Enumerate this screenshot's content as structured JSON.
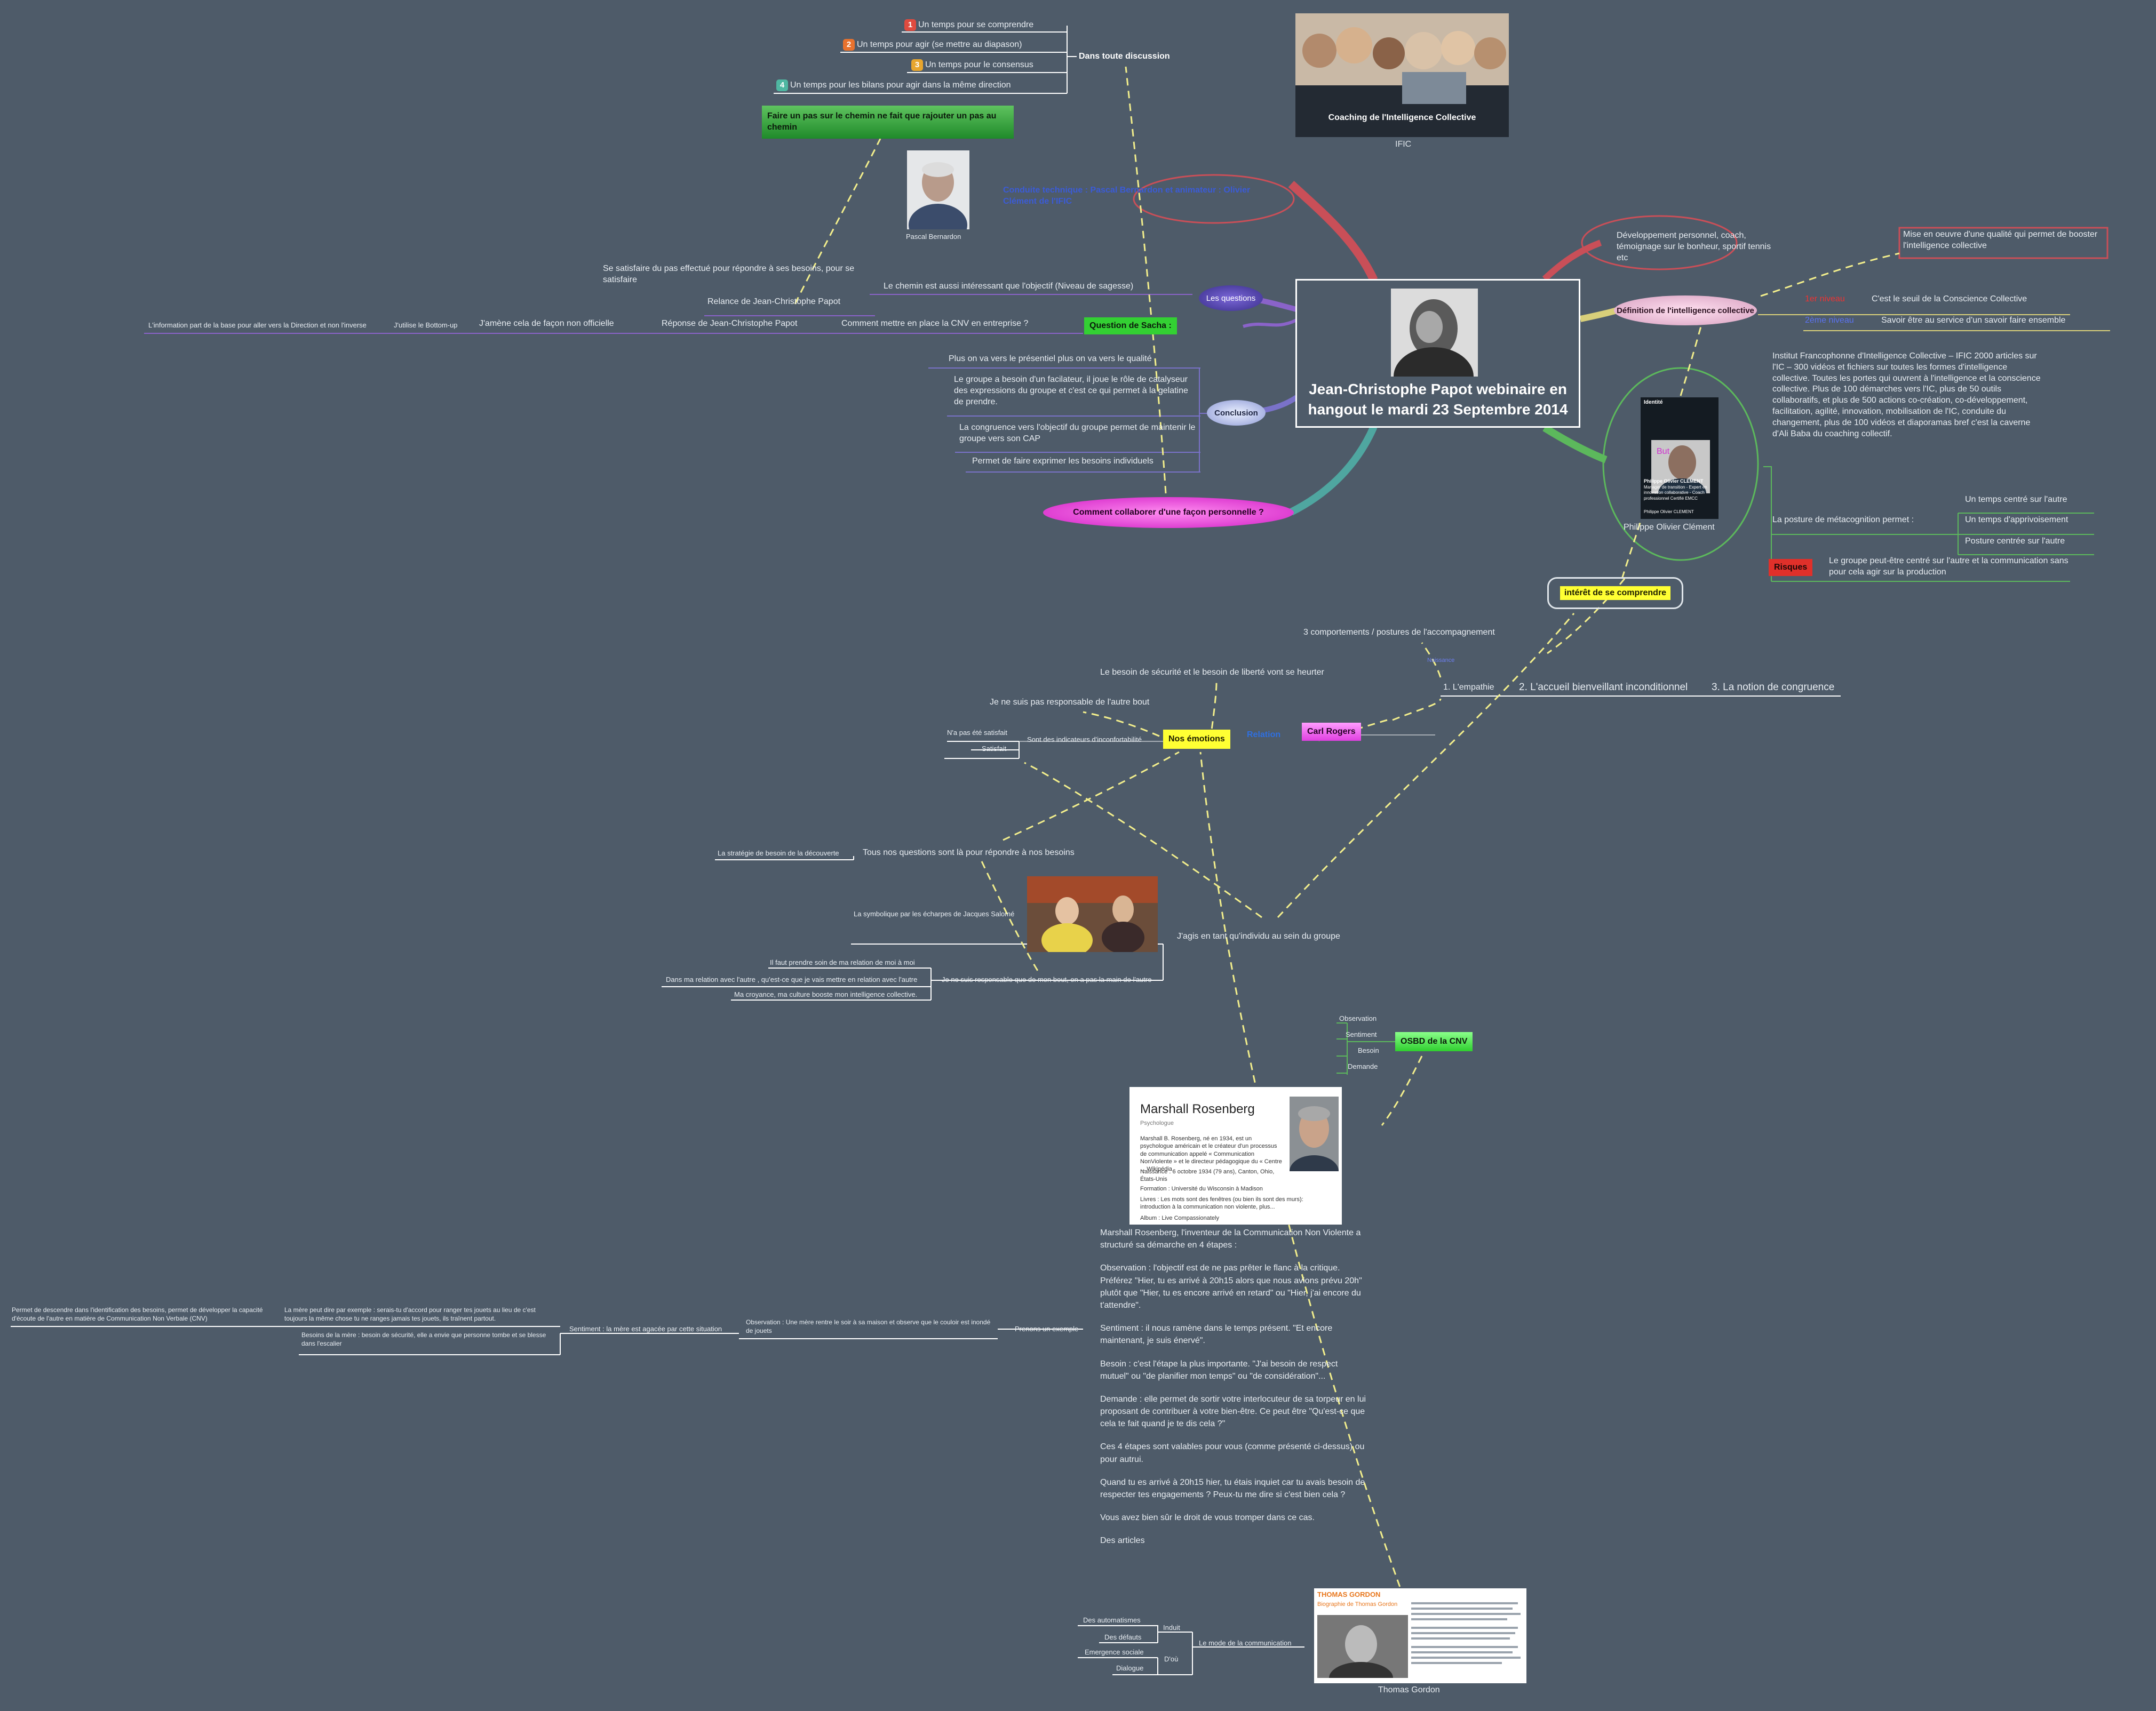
{
  "central": {
    "title": "Jean-Christophe Papot webinaire en hangout le mardi 23 Septembre 2014"
  },
  "discussion": {
    "label": "Dans toute discussion",
    "items": [
      {
        "num": "1",
        "text": "Un temps pour se comprendre",
        "color": "#e04b3f"
      },
      {
        "num": "2",
        "text": "Un temps pour agir (se mettre au diapason)",
        "color": "#e8722e"
      },
      {
        "num": "3",
        "text": "Un temps pour le consensus",
        "color": "#e8a62e"
      },
      {
        "num": "4",
        "text": "Un temps pour les bilans pour agir dans la même direction",
        "color": "#4fb7a2"
      }
    ]
  },
  "green_banner": {
    "text": "Faire un pas sur le chemin ne fait que rajouter un pas au chemin"
  },
  "ific": {
    "card_title": "Coaching de l'Intelligence Collective",
    "caption": "IFIC"
  },
  "pascal": {
    "caption": "Pascal Bernardon",
    "conduite": "Conduite technique : Pascal Bernardon et animateur : Olivier Clément de l'IFIC"
  },
  "questions": {
    "label": "Les questions",
    "item1": "Le chemin est aussi intéressant que l'objectif (Niveau de sagesse)",
    "item1_sub": "Se satisfaire du pas effectué pour répondre à ses besoins, pour se satisfaire",
    "relance": "Relance de Jean-Christophe Papot"
  },
  "sacha": {
    "label": "Question de Sacha :",
    "cnv": "Comment mettre en place la CNV en entreprise ?",
    "reponse": "Réponse de Jean-Christophe Papot",
    "officielle": "J'amène cela de façon non officielle",
    "bottom": "J'utilise le Bottom-up",
    "info": "L'information part de la base pour aller vers la Direction et non l'inverse"
  },
  "conclusion": {
    "label": "Conclusion",
    "items": [
      "Plus on va vers le présentiel plus on va vers le qualité",
      "Le groupe a besoin d'un facilateur, il joue le rôle de catalyseur des expressions du groupe et c'est ce qui permet à la gelatine de prendre.",
      "La congruence vers l'objectif du groupe permet de maintenir le groupe vers son CAP",
      "Permet de faire exprimer les besoins individuels"
    ]
  },
  "collaborer": {
    "label": "Comment collaborer d'une façon personnelle ?"
  },
  "definition": {
    "label": "Définition de l'intelligence collective",
    "oval": "Développement personnel, coach, témoignage sur le bonheur, sportif tennis etc",
    "mise": "Mise en oeuvre d'une qualité qui permet de booster l'intelligence collective",
    "niveau1_tag": "1er niveau",
    "niveau1": "C'est le seuil de la Conscience Collective",
    "niveau2_tag": "2ème niveau",
    "niveau2": "Savoir être au service d'un savoir faire ensemble"
  },
  "philippe": {
    "caption": "Philippe Olivier Clément",
    "but": "But",
    "card_head": "Identité",
    "card_name": "Philippe Olivier CLEMENT",
    "card_desc": "Manager de transition - Expert en innovation collaborative - Coach professionnel Certifié EMCC",
    "card_foot": "Philippe Olivier CLEMENT",
    "ific_text": "Institut Francophonne d'Intelligence Collective – IFIC 2000 articles sur l'IC – 300 vidéos et fichiers sur toutes les formes d'intelligence collective. Toutes les portes qui ouvrent à l'intelligence et la conscience collective. Plus de 100 démarches vers l'IC, plus de 50 outils collaboratifs, et plus de 500 actions co-création, co-développement, facilitation, agilité, innovation, mobilisation de l'IC, conduite du changement, plus de 100 vidéos et diaporamas bref c'est la caverne d'Ali Baba du coaching collectif.",
    "posture": "La posture de métacognition permet :",
    "posture_items": [
      "Un temps centré sur l'autre",
      "Un temps d'apprivoisement",
      "Posture centrée sur l'autre"
    ],
    "risques": "Risques",
    "risques_text": "Le groupe peut-être centré sur l'autre et la communication sans pour cela agir sur la production"
  },
  "interet": {
    "label": "intérêt de se comprendre"
  },
  "rogers": {
    "label": "Carl Rogers",
    "relation": "Relation",
    "comportements": "3 comportements / postures de l'accompagnement",
    "naissance": "Naissance",
    "empathie": "1. L'empathie",
    "accueil": "2. L'accueil bienveillant inconditionnel",
    "congruence": "3. La notion de congruence"
  },
  "emotions": {
    "label": "Nos émotions",
    "securite": "Le besoin de sécurité et le besoin de liberté vont se heurter",
    "responsable": "Je ne suis pas responsable de l'autre bout",
    "indicateurs": "Sont des indicateurs d'inconfortabilité",
    "pas_satisfait": "N'a pas été satisfait",
    "satisfait": "Satisfait"
  },
  "besoins": {
    "questions": "Tous nos questions sont là pour répondre à nos besoins",
    "strategie": "La stratégie de besoin de la découverte",
    "symbolique": "La symbolique par les écharpes de Jacques Salomé",
    "individu": "J'agis en tant qu'individu au sein du groupe",
    "soin": "Il faut prendre soin de ma relation de moi à moi",
    "relation": "Dans ma relation avec l'autre , qu'est-ce que je vais mettre en relation avec l'autre",
    "bout": "Je ne suis responsable que de mon bout, on a pas la main de l'autre",
    "croyance": "Ma croyance, ma culture booste mon intelligence collective."
  },
  "osbd": {
    "label": "OSBD de la CNV",
    "items": [
      "Observation",
      "Sentiment",
      "Besoin",
      "Demande"
    ]
  },
  "rosenberg": {
    "name": "Marshall Rosenberg",
    "role": "Psychologue",
    "desc": "Marshall B. Rosenberg, né en 1934, est un psychologue américain et le créateur d'un processus de communication appelé « Communication NonViolente » et le directeur pédagogique du « Centre ... Wikipédia",
    "naissance": "Naissance : 6 octobre 1934 (79 ans), Canton, Ohio, États-Unis",
    "formation": "Formation : Université du Wisconsin à Madison",
    "livres": "Livres : Les mots sont des fenêtres (ou bien ils sont des murs): introduction à la communication non violente, plus...",
    "album": "Album : Live Compassionately",
    "paragraphs": [
      "Marshall Rosenberg, l'inventeur de la Communication Non Violente a structuré sa démarche en 4 étapes :",
      "Observation : l'objectif est de ne pas prêter le flanc à la critique. Préférez \"Hier, tu es arrivé à 20h15 alors que nous avions prévu 20h\" plutôt que \"Hier, tu es encore arrivé en retard\" ou \"Hier, j'ai encore du t'attendre\".",
      "Sentiment : il nous ramène dans le temps présent. \"Et encore maintenant, je suis énervé\".",
      "Besoin : c'est l'étape la plus importante. \"J'ai besoin de respect mutuel\" ou \"de planifier mon temps\" ou \"de considération\"...",
      "Demande : elle permet de sortir votre interlocuteur de sa torpeur en lui proposant de contribuer à votre bien-être. Ce peut être \"Qu'est-ce que cela te fait quand je te dis cela ?\"",
      "Ces 4 étapes sont valables pour vous (comme présenté ci-dessus) ou pour autrui.",
      "Quand tu es arrivé à 20h15 hier, tu étais inquiet car tu avais besoin de respecter tes engagements ? Peux-tu me dire si c'est bien cela ?",
      "Vous avez bien sûr le droit de vous tromper dans ce cas.",
      "Des articles"
    ]
  },
  "exemple": {
    "label": "Prenons un exemple",
    "observation": "Observation : Une mère rentre le soir à sa maison et observe que le couloir est inondé de jouets",
    "sentiment": "Sentiment : la mère est agacée par cette situation",
    "mere_peut": "La mère peut dire par exemple : serais-tu d'accord pour ranger tes jouets au lieu de c'est toujours la même chose tu ne ranges jamais tes jouets, ils traînent partout.",
    "permet": "Permet de descendre dans l'identification des besoins, permet de développer la capacité d'écoute de l'autre en matière de Communication Non Verbale (CNV)",
    "besoins_mere": "Besoins de la mère : besoin de sécurité, elle a envie que personne tombe et se blesse dans l'escalier"
  },
  "gordon": {
    "caption": "Thomas Gordon",
    "card_title": "THOMAS GORDON",
    "card_sub": "Biographie de Thomas Gordon",
    "mode": "Le mode de la communication",
    "induit": "Induit",
    "dou": "D'où",
    "items_induit": [
      "Des automatismes",
      "Des défauts"
    ],
    "items_dou": [
      "Emergence sociale",
      "Dialogue"
    ]
  },
  "colors": {
    "background": "#4e5b69",
    "red_branch": "#c94f58",
    "purple_branch": "#8a63c9",
    "green_branch": "#5cb85c",
    "teal_branch": "#4fa6a0",
    "yellow_dash": "#f2ee8c"
  }
}
